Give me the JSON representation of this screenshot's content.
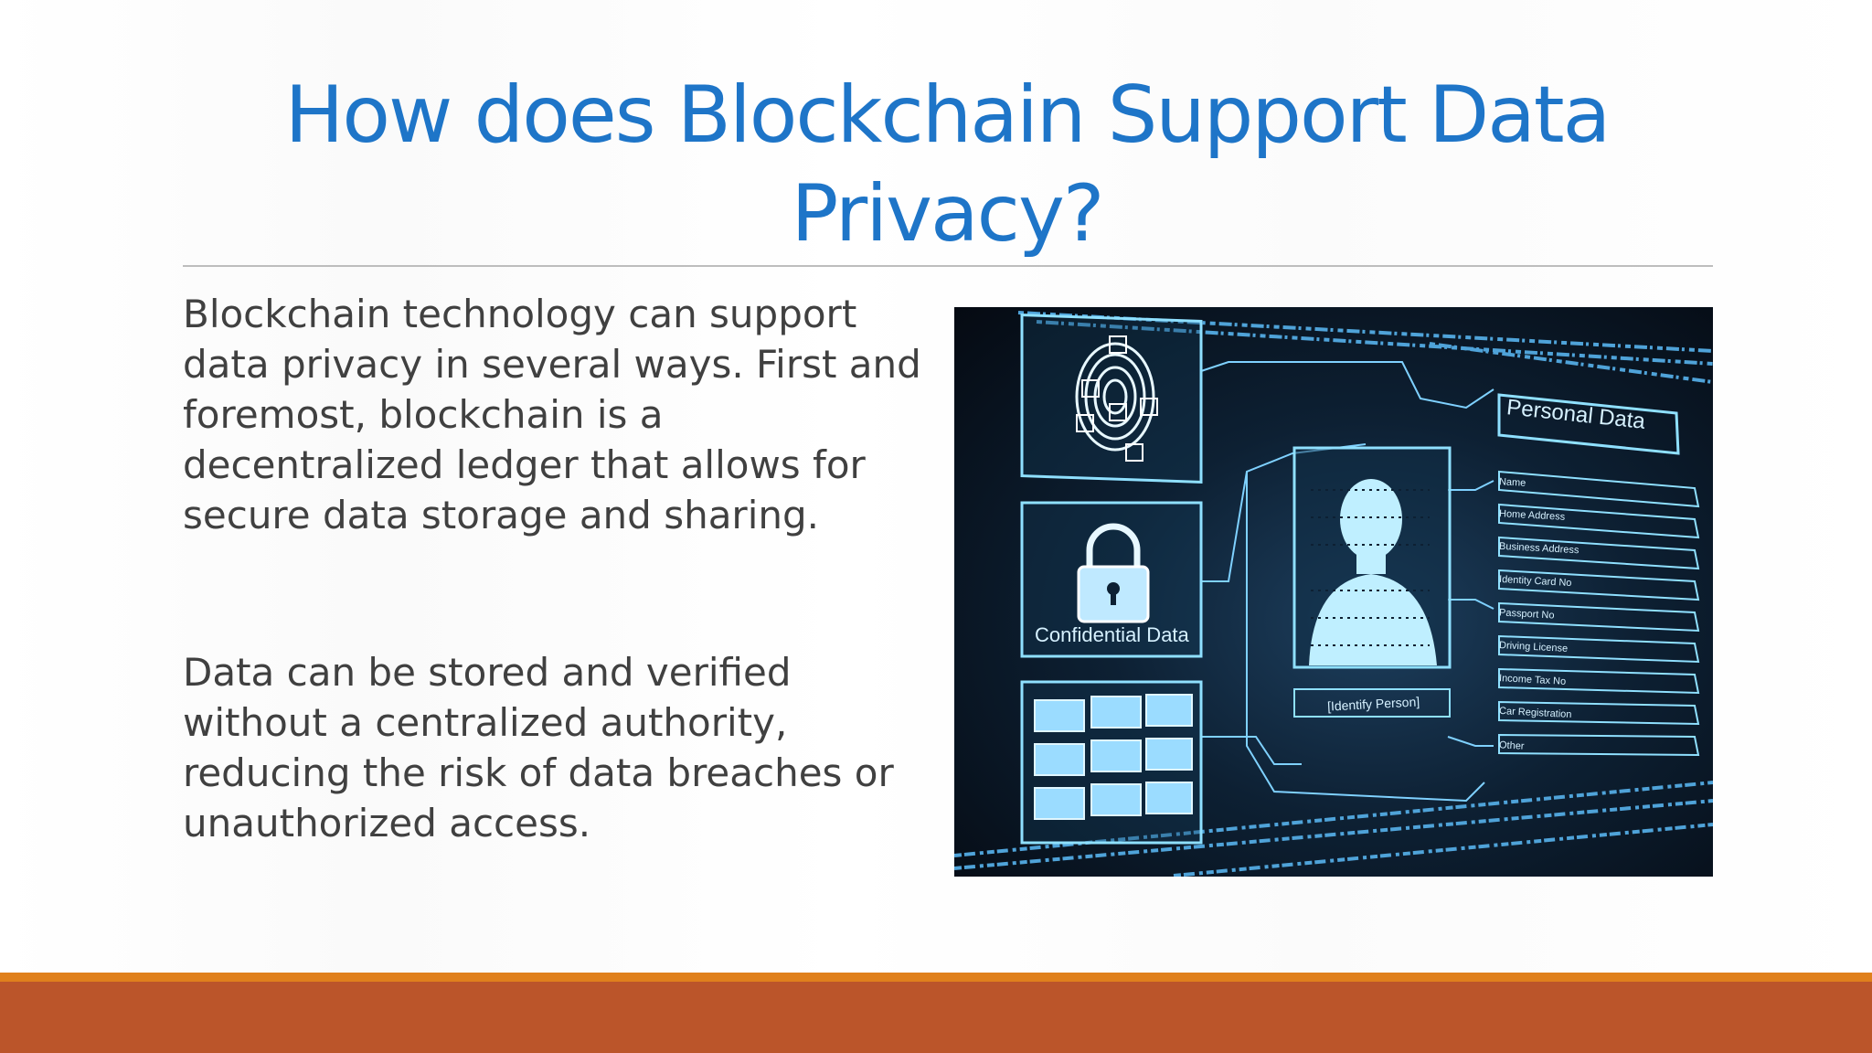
{
  "slide": {
    "title": "How does Blockchain Support Data Privacy?",
    "paragraphs": [
      "Blockchain technology can support data privacy in several ways. First and foremost, blockchain is a decentralized ledger that allows for secure data storage and sharing.",
      "Data can be stored and verified without a centralized authority, reducing the risk of data breaches or unauthorized access."
    ]
  },
  "image": {
    "personal_data_heading": "Personal Data",
    "confidential_label": "Confidential Data",
    "identify_label": "[Identify Person]",
    "fields": [
      "Name",
      "Home Address",
      "Business Address",
      "Identity Card No",
      "Passport No",
      "Driving License",
      "Income Tax No",
      "Car Registration",
      "Other"
    ],
    "icons": [
      "fingerprint-icon",
      "padlock-icon",
      "folder-icon",
      "person-silhouette-icon"
    ]
  },
  "colors": {
    "title": "#1e75c8",
    "body_text": "#404040",
    "footer_orange": "#e0801c",
    "footer_rust": "#bb552a"
  }
}
